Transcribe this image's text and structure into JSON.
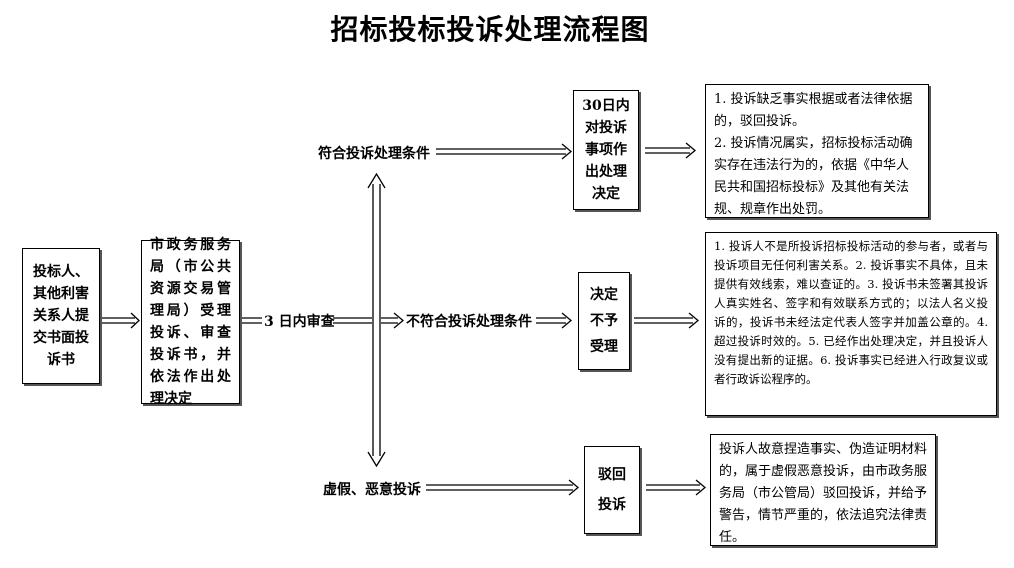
{
  "title": "招标投标投诉处理流程图",
  "nodes": {
    "complainant": "投标人、其他利害关系人提交书面投诉书",
    "bureau": "市政务服务局（市公共资源交易管理局）受理投诉、审查投诉书，并依法作出处理决定",
    "decision30": "30日内对投诉事项作出处理决定",
    "decide_not_accept": "决定不予受理",
    "reject": "驳回投诉"
  },
  "labels": {
    "review3days": "3 日内审查",
    "meets": "符合投诉处理条件",
    "not_meets": "不符合投诉处理条件",
    "false_malicious": "虚假、恶意投诉"
  },
  "outcomes": {
    "top": "1. 投诉缺乏事实根据或者法律依据的，驳回投诉。\n2. 投诉情况属实，招标投标活动确实存在违法行为的，依据《中华人民共和国招标投标》及其他有关法规、规章作出处罚。",
    "middle": "1. 投诉人不是所投诉招标投标活动的参与者，或者与投诉项目无任何利害关系。2. 投诉事实不具体，且未提供有效线索，难以查证的。3. 投诉书未签署其投诉人真实姓名、签字和有效联系方式的；以法人名义投诉的，投诉书未经法定代表人签字并加盖公章的。4. 超过投诉时效的。5. 已经作出处理决定，并且投诉人没有提出新的证据。6. 投诉事实已经进入行政复议或者行政诉讼程序的。",
    "bottom": "投诉人故意捏造事实、伪造证明材料的，属于虚假恶意投诉，由市政务服务局（市公管局）驳回投诉，并给予警告，情节严重的，依法追究法律责任。"
  }
}
